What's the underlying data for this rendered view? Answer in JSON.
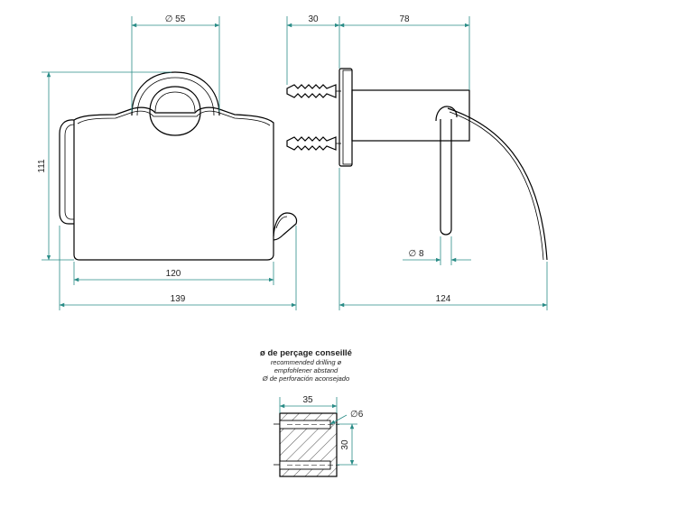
{
  "colors": {
    "dimension_line": "#2a8c87",
    "outline": "#000000",
    "text": "#222222"
  },
  "dimensions": {
    "diameter_55": "∅ 55",
    "height_111": "111",
    "width_120": "120",
    "width_139": "139",
    "depth_30": "30",
    "depth_78": "78",
    "diameter_8": "∅ 8",
    "depth_124": "124",
    "spacing_35": "35",
    "diameter_6": "∅6",
    "depth_30_drill": "30"
  },
  "drilling_note": {
    "title": "ø de perçage conseillé",
    "line_en": "recommended drilling ø",
    "line_de": "empfohlener abstand",
    "line_es": "Ø de perforación aconsejado"
  }
}
